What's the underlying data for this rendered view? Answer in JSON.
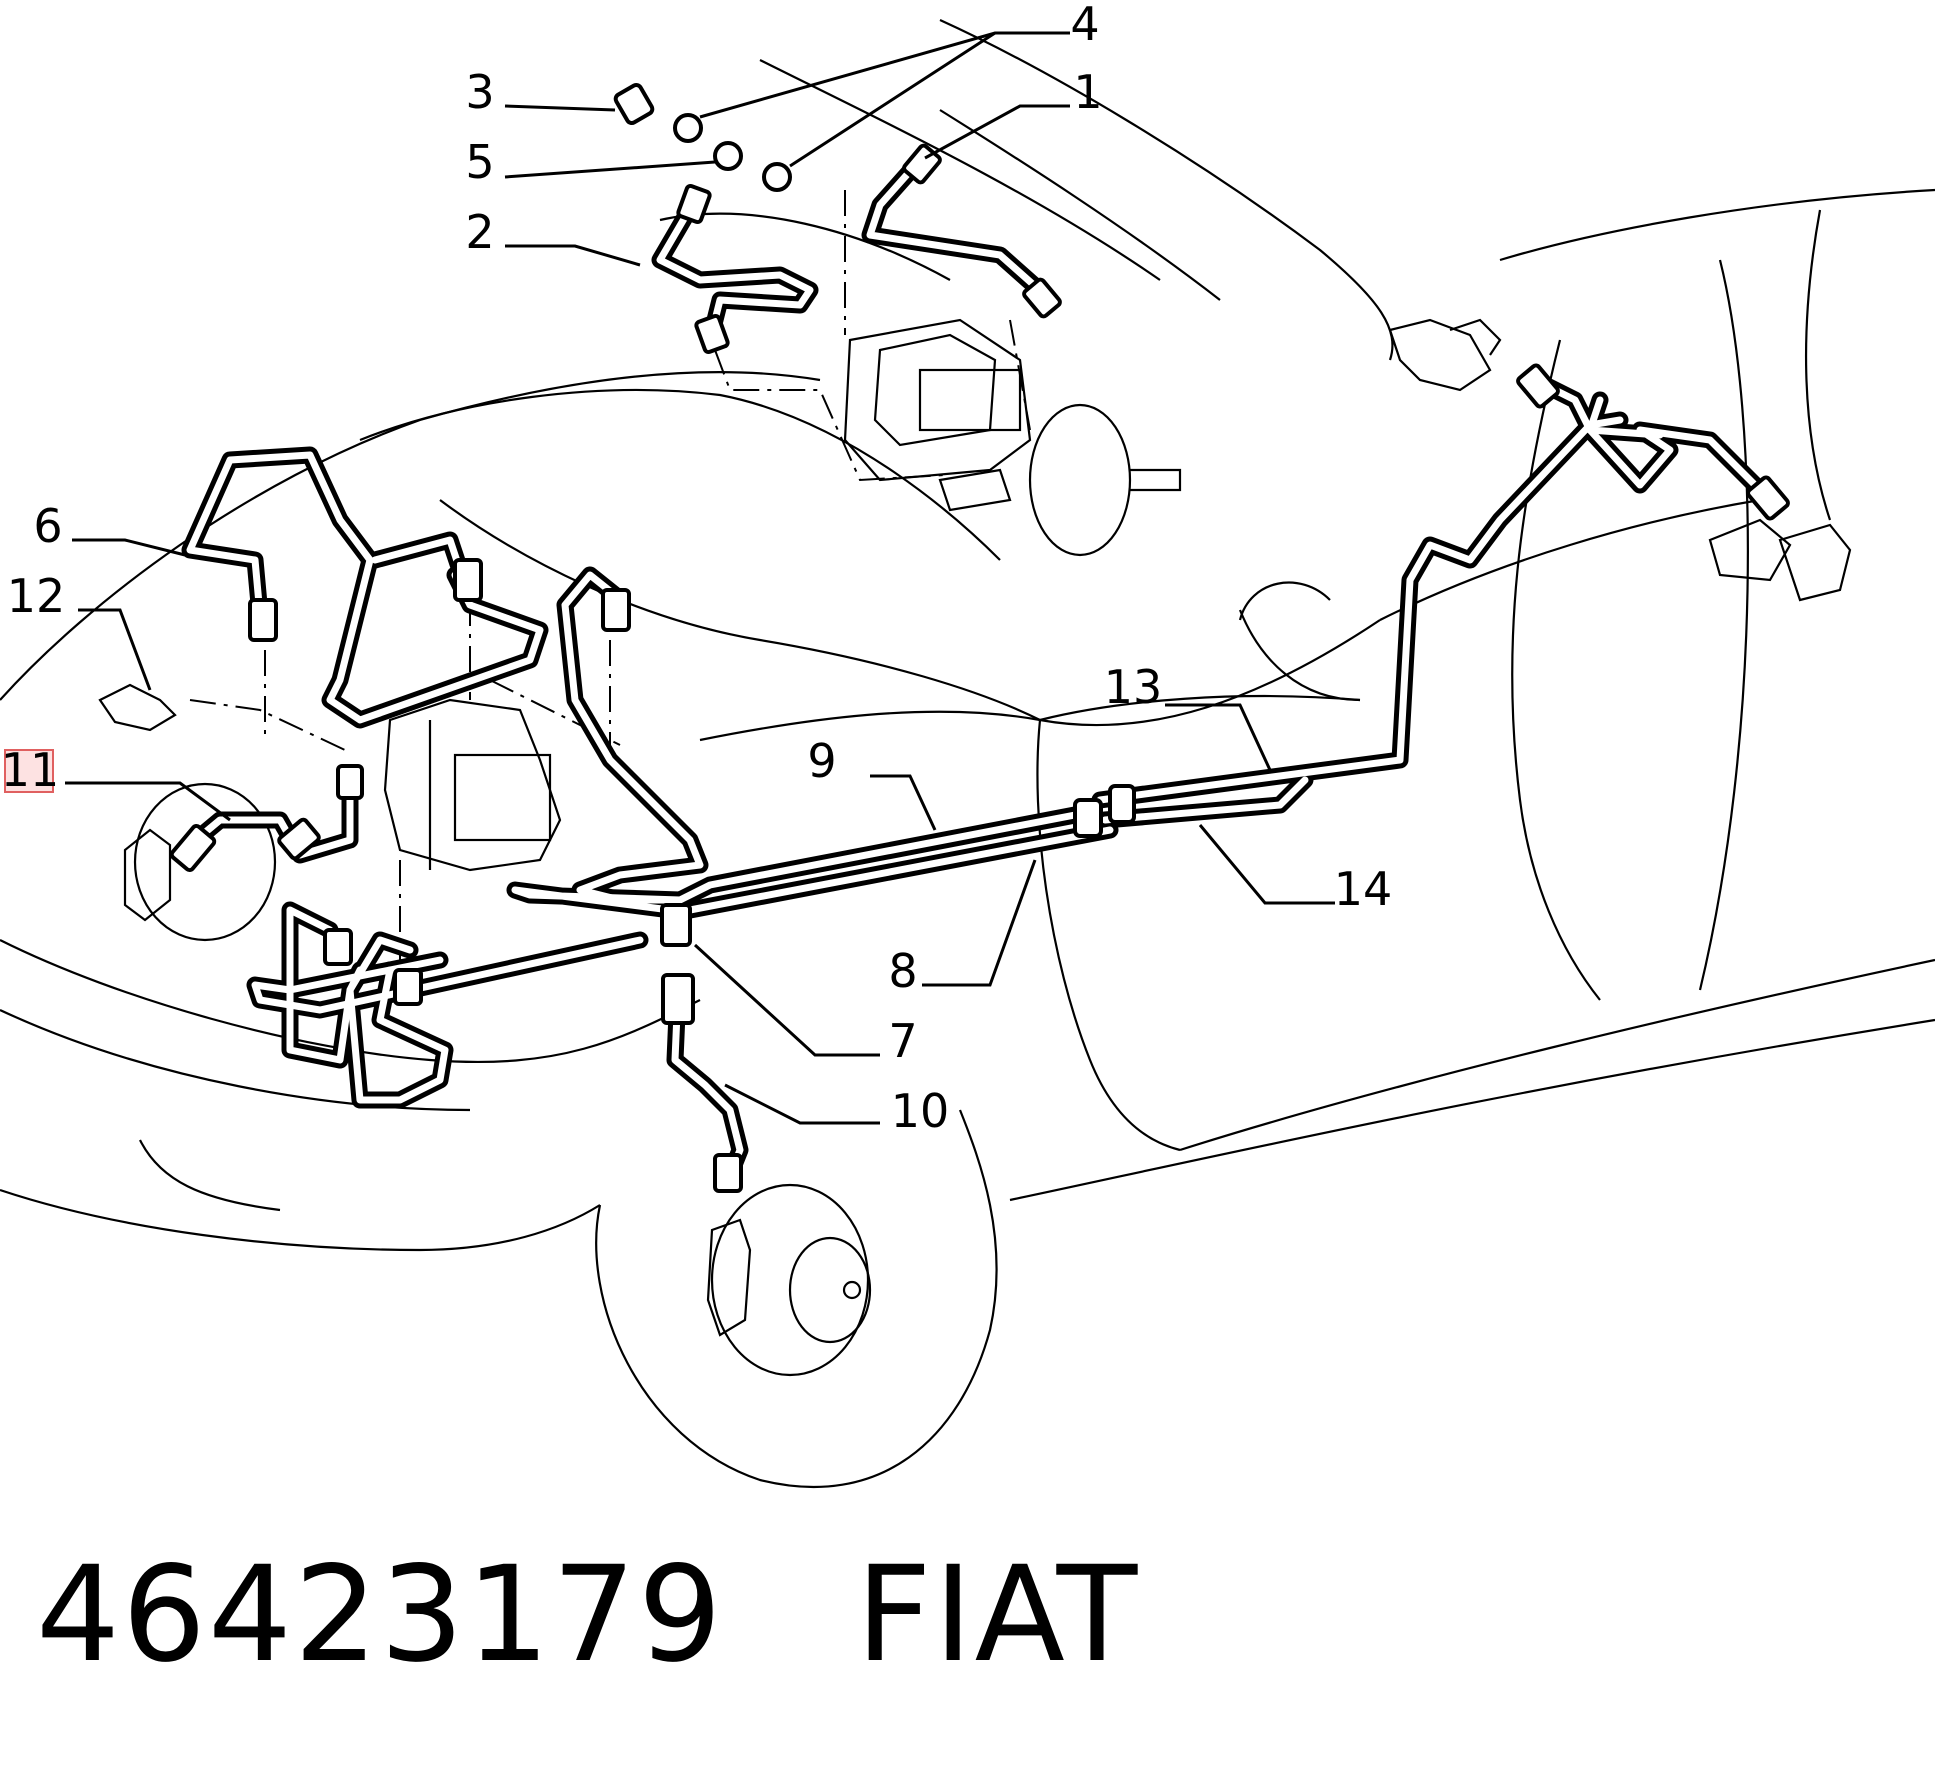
{
  "part_number": "46423179",
  "brand": "FIAT",
  "highlighted_callout": "11",
  "highlight_color": "#fde2e2",
  "callouts": [
    "1",
    "2",
    "3",
    "4",
    "5",
    "6",
    "7",
    "8",
    "9",
    "10",
    "11",
    "12",
    "13",
    "14"
  ]
}
